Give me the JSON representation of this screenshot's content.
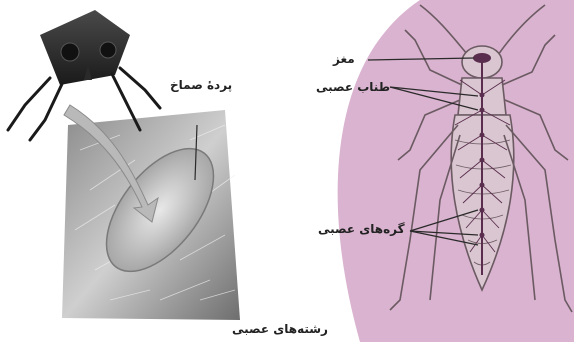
{
  "labels": {
    "brain": "مغز",
    "nerve_cord": "طناب عصبی",
    "ganglia": "گره‌های عصبی",
    "eardrum": "پردهٔ صماخ",
    "nerve_fibers": "رشته‌های عصبی"
  },
  "colors": {
    "background_arc": "#d9b3cf",
    "nerve_line": "#5a2d4e",
    "insect_outline": "#6b5a62",
    "photo_dark": "#5a5a5a",
    "photo_light": "#d6d6d6"
  },
  "icons": [
    "beetle-head-icon",
    "grasshopper-illustration",
    "micrograph-image"
  ]
}
